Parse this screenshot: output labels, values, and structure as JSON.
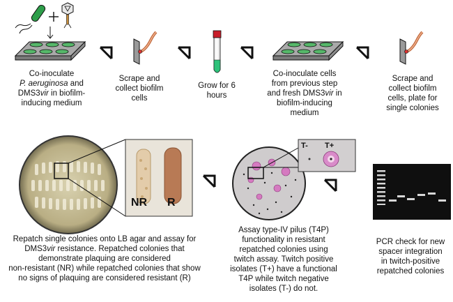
{
  "steps": [
    {
      "line1": "Co-inoculate",
      "line2_italic": "P. aeruginosa",
      "line2_rest": " and",
      "line3_rest": " in biofilm-",
      "line4": "inducing medium",
      "virus": "DMS3",
      "virus_suffix": "vir"
    },
    {
      "line1": "Scrape and",
      "line2": "collect biofilm",
      "line3": "cells"
    },
    {
      "line1": "Grow for 6",
      "line2": "hours"
    },
    {
      "line1": "Co-inoculate cells",
      "line2": "from previous step",
      "line3_pre": "and fresh DMS3",
      "line3_vir": "vir",
      "line3_post": " in",
      "line4": "biofilm-inducing",
      "line5": "medium"
    },
    {
      "line1": "Scrape and",
      "line2": "collect biofilm",
      "line3": "cells, plate for",
      "line4": "single colonies"
    }
  ],
  "bottom": {
    "left": {
      "line1": "Repatch single colonies onto LB agar and assay for",
      "line2_pre": "DMS3",
      "line2_vir": "vir",
      "line2_post": " resistance. Repatched colonies that",
      "line3": "demonstrate plaquing are considered",
      "line4": "non-resistant (NR) while repatched colonies that show",
      "line5": "no signs of plaquing are considered resistant (R)",
      "inset_nr": "NR",
      "inset_r": "R"
    },
    "middle": {
      "line1": "Assay type-IV pilus (T4P)",
      "line2": "functionality in resistant",
      "line3": "repatched colonies using",
      "line4": "twitch assay. Twitch positive",
      "line5": "isolates (T+) have a functional",
      "line6": "T4P while twitch negative",
      "line7": "isolates (T-) do not.",
      "inset_tneg": "T-",
      "inset_tpos": "T+"
    },
    "right": {
      "line1": "PCR check for new",
      "line2": "spacer integration",
      "line3": "in twitch-positive",
      "line4": "repatched colonies"
    }
  }
}
